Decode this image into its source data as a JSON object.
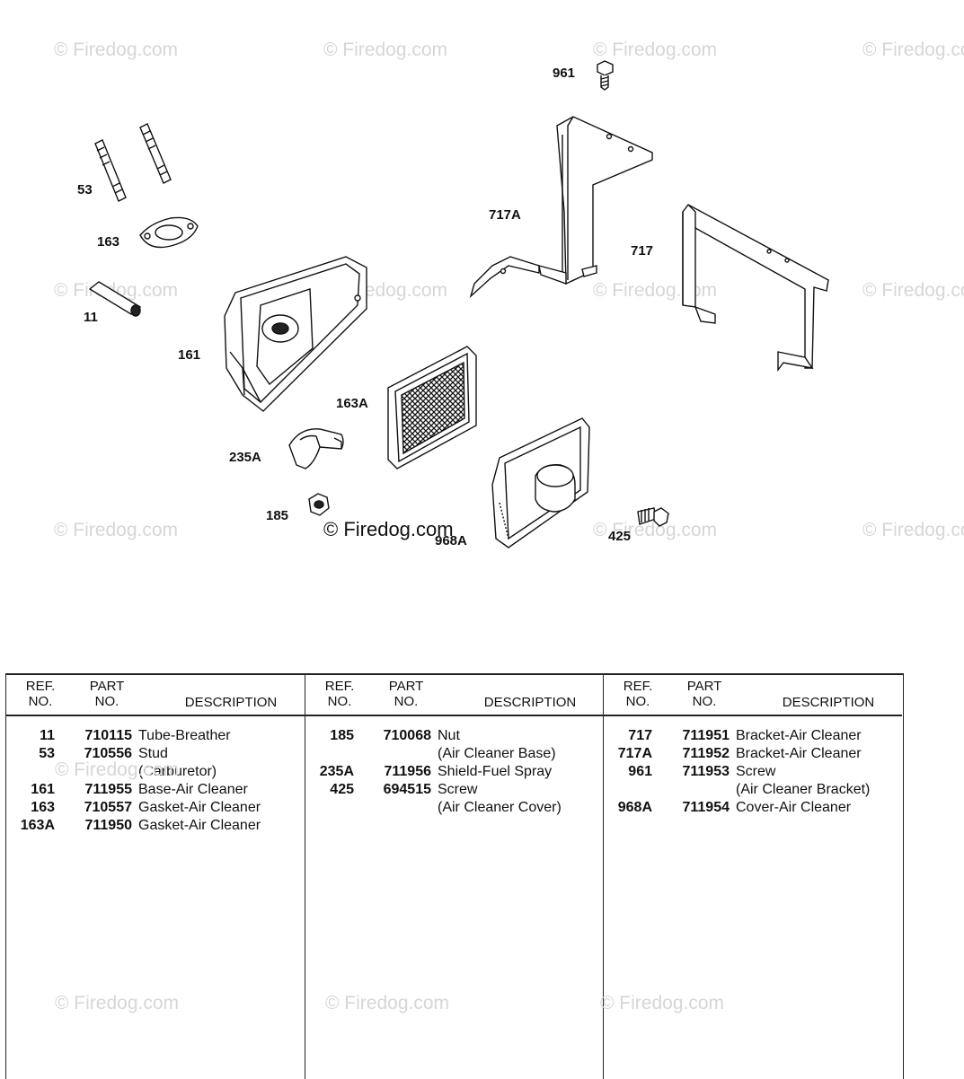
{
  "watermark": "© Firedog.com",
  "callouts": {
    "c961": "961",
    "c53": "53",
    "c717A": "717A",
    "c717": "717",
    "c163": "163",
    "c11": "11",
    "c161": "161",
    "c163A": "163A",
    "c235A": "235A",
    "c185": "185",
    "c968A": "968A",
    "c425": "425"
  },
  "table": {
    "headers": {
      "ref_line1": "REF.",
      "ref_line2": "NO.",
      "part_line1": "PART",
      "part_line2": "NO.",
      "description": "DESCRIPTION"
    },
    "columns": [
      {
        "rows": [
          {
            "ref": "11",
            "part": "710115",
            "desc": "Tube-Breather"
          },
          {
            "ref": "53",
            "part": "710556",
            "desc": "Stud"
          },
          {
            "ref": "",
            "part": "",
            "desc": "(Carburetor)"
          },
          {
            "ref": "161",
            "part": "711955",
            "desc": "Base-Air Cleaner"
          },
          {
            "ref": "163",
            "part": "710557",
            "desc": "Gasket-Air Cleaner"
          },
          {
            "ref": "163A",
            "part": "711950",
            "desc": "Gasket-Air Cleaner"
          }
        ]
      },
      {
        "rows": [
          {
            "ref": "185",
            "part": "710068",
            "desc": "Nut"
          },
          {
            "ref": "",
            "part": "",
            "desc": "(Air Cleaner Base)"
          },
          {
            "ref": "235A",
            "part": "711956",
            "desc": "Shield-Fuel Spray"
          },
          {
            "ref": "425",
            "part": "694515",
            "desc": "Screw"
          },
          {
            "ref": "",
            "part": "",
            "desc": "(Air Cleaner Cover)"
          }
        ]
      },
      {
        "rows": [
          {
            "ref": "717",
            "part": "711951",
            "desc": "Bracket-Air Cleaner"
          },
          {
            "ref": "717A",
            "part": "711952",
            "desc": "Bracket-Air Cleaner"
          },
          {
            "ref": "961",
            "part": "711953",
            "desc": "Screw"
          },
          {
            "ref": "",
            "part": "",
            "desc": "(Air Cleaner Bracket)"
          },
          {
            "ref": "968A",
            "part": "711954",
            "desc": "Cover-Air Cleaner"
          }
        ]
      }
    ]
  }
}
